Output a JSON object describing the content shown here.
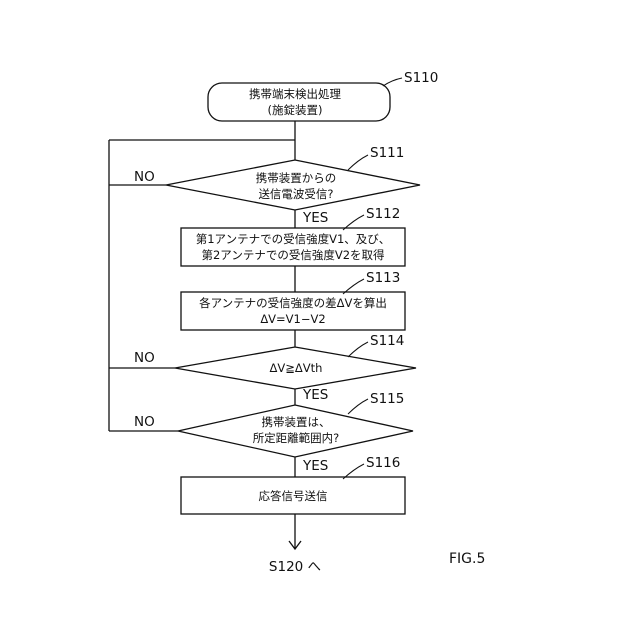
{
  "start": {
    "step": "S110",
    "line1": "携帯端末検出処理",
    "line2": "(施錠装置)"
  },
  "s111": {
    "step": "S111",
    "line1": "携帯装置からの",
    "line2": "送信電波受信?",
    "no_label": "NO",
    "yes_label": "YES"
  },
  "s112": {
    "step": "S112",
    "line1": "第1アンテナでの受信強度V1、及び、",
    "line2": "第2アンテナでの受信強度V2を取得"
  },
  "s113": {
    "step": "S113",
    "line1": "各アンテナの受信強度の差ΔVを算出",
    "line2": "ΔV=V1−V2"
  },
  "s114": {
    "step": "S114",
    "line1": "ΔV≧ΔVth",
    "no_label": "NO",
    "yes_label": "YES"
  },
  "s115": {
    "step": "S115",
    "line1": "携帯装置は、",
    "line2": "所定距離範囲内?",
    "no_label": "NO",
    "yes_label": "YES"
  },
  "s116": {
    "step": "S116",
    "line1": "応答信号送信"
  },
  "end": {
    "label": "S120 へ"
  },
  "figure": {
    "label": "FIG.5"
  }
}
